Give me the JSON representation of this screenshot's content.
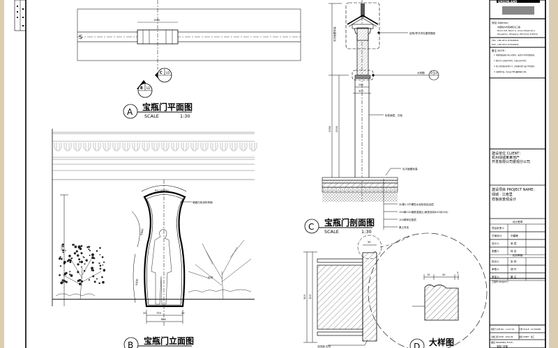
{
  "drawing": {
    "plan": {
      "letter": "A",
      "title": "宝瓶门平面图",
      "scale_label": "SCALE",
      "scale": "1:30",
      "dim": "1960",
      "callout_b": {
        "letter": "B",
        "sheet": "LD"
      },
      "callout_c": {
        "letter": "C",
        "sheet": "LD"
      }
    },
    "elevation": {
      "letter": "B",
      "title": "宝瓶门立面图",
      "arc_label": "R1118/750",
      "note": "墙面白色涂料饰面",
      "note2": "石材",
      "dims": [
        "20",
        "750",
        "20",
        "860"
      ],
      "vdims": [
        "300",
        "2350",
        "R900",
        "R830",
        "2300"
      ]
    },
    "section": {
      "letter": "C",
      "title": "宝瓶门剖面图",
      "scale_label": "SCALE",
      "scale": "1:30",
      "notes_top": [
        "结构/样式详见建筑图纸",
        "大样图",
        "砂浆面层，白色",
        "见平面图标高"
      ],
      "callout_d": {
        "letter": "D",
        "sheet": "LD"
      },
      "layers": [
        "30厚1:3干硬性水泥砂浆结合层",
        "150厚C20钢筋混凝土(单层双向Φ10@200)",
        "100厚碎石垫层",
        "素土夯实"
      ],
      "dims": [
        "2350",
        "2300",
        "20",
        "240",
        "20",
        "300"
      ],
      "vlabel": "见平面图标高"
    },
    "detail": {
      "letter": "D",
      "title": "大样图",
      "top_dim": "50",
      "dims": [
        "15",
        "30",
        "5"
      ],
      "vdims": [
        "50",
        "50",
        "300",
        "50",
        "50",
        "500"
      ],
      "note": "涂仿面 石材"
    }
  },
  "title_block": {
    "logo": "GREENLAND",
    "address_label": "地址 Address：",
    "address_lines": [
      "中国杭州市西湖区文三路",
      "Room 2#, Block A, Union Plaza No.1",
      "Hangzhou, Zhejiang, PR.China 310012"
    ],
    "tel": "TEL: +86 0571 87926832",
    "fax": "FAX: +86 0571 87926832",
    "notes_label": "备注 NOTE：",
    "notes": [
      "1. 本图纸版权属于本公司所有，未经许可不得复制使用。",
      "2. 图中尺寸以毫米为单位，标高以米为单位。",
      "3. 施工前请核对现场尺寸，如有疑问请与设计单位联系。",
      "4. 如图纸有误，请以设计单位最终确认为准。"
    ],
    "client_label": "建设单位 CLIENT：",
    "client": [
      "杭州绿城某某地产",
      "开发有限公司景观分公司"
    ],
    "project_label": "建设项目 PROJECT NAME：",
    "project": [
      "绿城 · 江南里",
      "样板房景观设计"
    ],
    "sign_header": "设计签章",
    "sign_rows": [
      [
        "项目负责人",
        "",
        ""
      ],
      [
        "方案设计",
        "刘建峰",
        ""
      ],
      [
        "设计人",
        "吴 斌",
        ""
      ],
      [
        "制图人",
        "徐 佳",
        ""
      ]
    ],
    "check_header": "校对审核",
    "check_rows": [
      [
        "校对人",
        "张 林",
        ""
      ],
      [
        "审核人",
        "胡 丹",
        ""
      ],
      [
        "审定人",
        "董 主",
        ""
      ]
    ],
    "project_no": "工程号 PROJECT：",
    "bottom": [
      "图纸号 JOB NO.：LA-07-03",
      "比例 SCALE：AS SHOWN",
      "出图日期 DATE：2010.06",
      "图别 SHEET：施工"
    ],
    "drawing_title_label": "图名 DRAWING TITLE：",
    "drawing_title": "宝瓶门详图"
  }
}
